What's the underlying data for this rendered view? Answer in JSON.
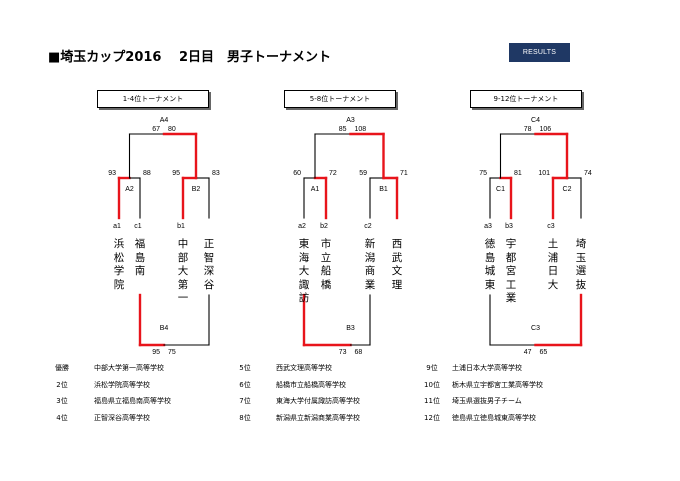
{
  "header": {
    "title": "■埼玉カップ2016　 2日目　男子トーナメント",
    "results_label": "RESULTS"
  },
  "sections": [
    {
      "label": "1-4位トーナメント",
      "teams": [
        {
          "code": "a1",
          "name": "浜松学院"
        },
        {
          "code": "c1",
          "name": "福島南"
        },
        {
          "code": "b1",
          "name": "中部大第一"
        },
        {
          "code": "",
          "name": "正智深谷"
        }
      ],
      "semis": [
        {
          "id": "A2",
          "left": "93",
          "right": "88"
        },
        {
          "id": "B2",
          "left": "95",
          "right": "83"
        }
      ],
      "final": {
        "id": "A4",
        "left": "67",
        "right": "80"
      },
      "third": {
        "id": "B4",
        "left": "95",
        "right": "75"
      }
    },
    {
      "label": "5-8位トーナメント",
      "teams": [
        {
          "code": "a2",
          "name": "東海大諏訪"
        },
        {
          "code": "b2",
          "name": "市立船橋"
        },
        {
          "code": "c2",
          "name": "新潟商業"
        },
        {
          "code": "",
          "name": "西武文理"
        }
      ],
      "semis": [
        {
          "id": "A1",
          "left": "60",
          "right": "72"
        },
        {
          "id": "B1",
          "left": "59",
          "right": "71"
        }
      ],
      "final": {
        "id": "A3",
        "left": "85",
        "right": "108"
      },
      "third": {
        "id": "B3",
        "left": "73",
        "right": "68"
      }
    },
    {
      "label": "9-12位トーナメント",
      "teams": [
        {
          "code": "a3",
          "name": "徳島城東"
        },
        {
          "code": "b3",
          "name": "宇都宮工業"
        },
        {
          "code": "c3",
          "name": "土浦日大"
        },
        {
          "code": "",
          "name": "埼玉選抜"
        }
      ],
      "semis": [
        {
          "id": "C1",
          "left": "75",
          "right": "81"
        },
        {
          "id": "C2",
          "left": "101",
          "right": "74"
        }
      ],
      "final": {
        "id": "C4",
        "left": "78",
        "right": "106"
      },
      "third": {
        "id": "C3",
        "left": "47",
        "right": "65"
      }
    }
  ],
  "standings": [
    {
      "rank": "優勝",
      "school": "中部大学第一高等学校"
    },
    {
      "rank": "2位",
      "school": "浜松学院高等学校"
    },
    {
      "rank": "3位",
      "school": "福島県立福島南高等学校"
    },
    {
      "rank": "4位",
      "school": "正智深谷高等学校"
    },
    {
      "rank": "5位",
      "school": "西武文理高等学校"
    },
    {
      "rank": "6位",
      "school": "船橋市立船橋高等学校"
    },
    {
      "rank": "7位",
      "school": "東海大学付属諏訪高等学校"
    },
    {
      "rank": "8位",
      "school": "新潟県立新潟商業高等学校"
    },
    {
      "rank": "9位",
      "school": "土浦日本大学高等学校"
    },
    {
      "rank": "10位",
      "school": "栃木県立宇都宮工業高等学校"
    },
    {
      "rank": "11位",
      "school": "埼玉県選抜男子チーム"
    },
    {
      "rank": "12位",
      "school": "徳島県立徳島城東高等学校"
    }
  ],
  "colors": {
    "winner": "#e8141b",
    "line": "#000000",
    "button": "#1f3864"
  }
}
